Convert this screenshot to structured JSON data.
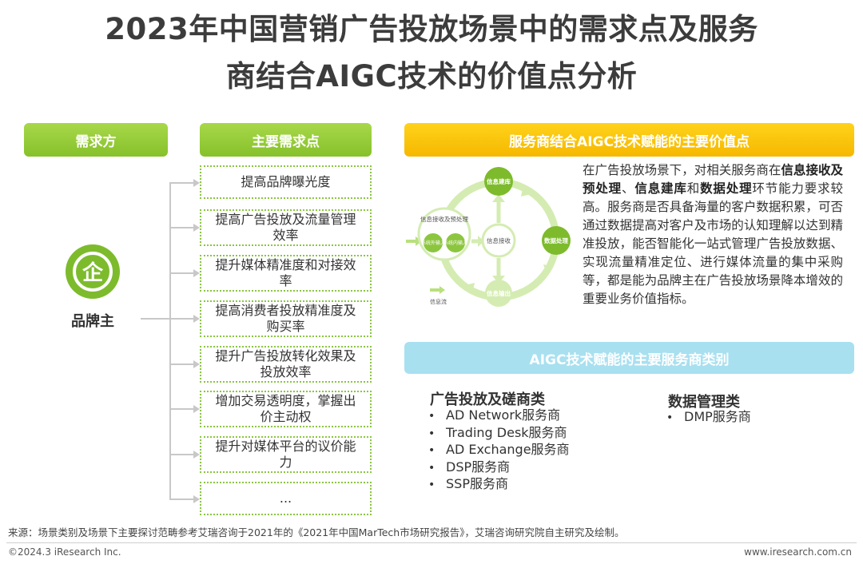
{
  "title": {
    "line1": "2023年中国营销广告投放场景中的需求点及服务",
    "line2": "商结合AIGC技术的价值点分析"
  },
  "left": {
    "header": "需求方",
    "brand_label": "品牌主",
    "brand_icon_char": "企"
  },
  "middle": {
    "header": "主要需求点",
    "items": [
      "提高品牌曝光度",
      "提高广告投放及流量管理效率",
      "提升媒体精准度和对接效率",
      "提高消费者投放精准度及购买率",
      "提升广告投放转化效果及投放效率",
      "增加交易透明度，掌握出价主动权",
      "提升对媒体平台的议价能力",
      "..."
    ]
  },
  "right": {
    "header": "服务商结合AIGC技术赋能的主要价值点",
    "diagram": {
      "top": "信息建库",
      "right": "数据处理",
      "bottom": "信息输出",
      "center": "信息接收",
      "left_title": "信息接收及预处理",
      "left_a": "系统外输入",
      "left_b": "系统内输入",
      "legend": "信息流"
    },
    "paragraph": {
      "p1": "在广告投放场景下，对相关服务商在",
      "b1": "信息接收及预处理",
      "p2": "、",
      "b2": "信息建库",
      "p3": "和",
      "b3": "数据处理",
      "p4": "环节能力要求较高。服务商是否具备海量的客户数据积累，可否通过数据提高对客户及市场的认知理解以达到精准投放，能否智能化一站式管理广告投放数据、实现流量精准定位、进行媒体流量的集中采购等，都是能为品牌主在广告投放场景降本增效的重要业务价值指标。"
    },
    "types_header": "AIGC技术赋能的主要服务商类别",
    "categories": [
      {
        "title": "广告投放及磋商类",
        "items": [
          "AD Network服务商",
          "Trading Desk服务商",
          "AD Exchange服务商",
          "DSP服务商",
          "SSP服务商"
        ]
      },
      {
        "title": "数据管理类",
        "items": [
          "DMP服务商"
        ]
      }
    ]
  },
  "footer": {
    "source": "来源：场景类别及场景下主要探讨范畴参考艾瑞咨询于2021年的《2021年中国MarTech市场研究报告》，艾瑞咨询研究院自主研究及绘制。",
    "copyright": "©2024.3 iResearch Inc.",
    "website": "www.iresearch.com.cn"
  },
  "colors": {
    "green": "#8ac640",
    "yellow": "#f6b800",
    "blue": "#a8e0f0",
    "circle_green": "#7dbb2c",
    "ring_green": "#d4ecb2"
  }
}
